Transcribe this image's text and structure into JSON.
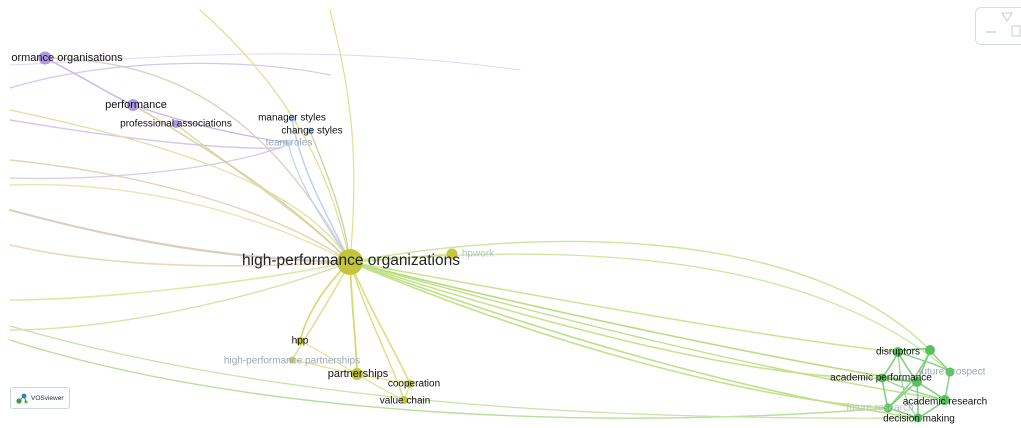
{
  "app": {
    "logo_text": "VOSviewer"
  },
  "network": {
    "clusters": {
      "purple": "#a58fe0",
      "blue": "#a9c6ec",
      "olive": "#c3c53a",
      "green": "#58c25a"
    },
    "nodes": [
      {
        "id": "hpo_org",
        "label": "high-performance organisations",
        "display_label": "ormance organisations",
        "cluster": "purple"
      },
      {
        "id": "performance",
        "label": "performance",
        "cluster": "purple"
      },
      {
        "id": "prof_assoc",
        "label": "professional associations",
        "cluster": "purple"
      },
      {
        "id": "manager_styles",
        "label": "manager styles",
        "cluster": "blue"
      },
      {
        "id": "change_styles",
        "label": "change styles",
        "cluster": "blue"
      },
      {
        "id": "team_roles",
        "label": "team roles",
        "cluster": "blue"
      },
      {
        "id": "hpo",
        "label": "high-performance organizations",
        "cluster": "olive"
      },
      {
        "id": "hpw",
        "label": "hpwork",
        "cluster": "olive"
      },
      {
        "id": "hpp",
        "label": "hpp",
        "cluster": "olive"
      },
      {
        "id": "hpp_partner",
        "label": "high-performance partnerships",
        "cluster": "olive"
      },
      {
        "id": "partnerships",
        "label": "partnerships",
        "cluster": "olive"
      },
      {
        "id": "cooperation",
        "label": "cooperation",
        "cluster": "olive"
      },
      {
        "id": "value_chain",
        "label": "value chain",
        "cluster": "olive"
      },
      {
        "id": "disruptors",
        "label": "disruptors",
        "cluster": "green"
      },
      {
        "id": "future_prospect",
        "label": "future prospect",
        "cluster": "green"
      },
      {
        "id": "academic_perf",
        "label": "academic performance",
        "cluster": "green"
      },
      {
        "id": "academic_research",
        "label": "academic research",
        "cluster": "green"
      },
      {
        "id": "future_research",
        "label": "future research",
        "cluster": "green"
      },
      {
        "id": "decision_making",
        "label": "decision making",
        "cluster": "green"
      }
    ]
  }
}
